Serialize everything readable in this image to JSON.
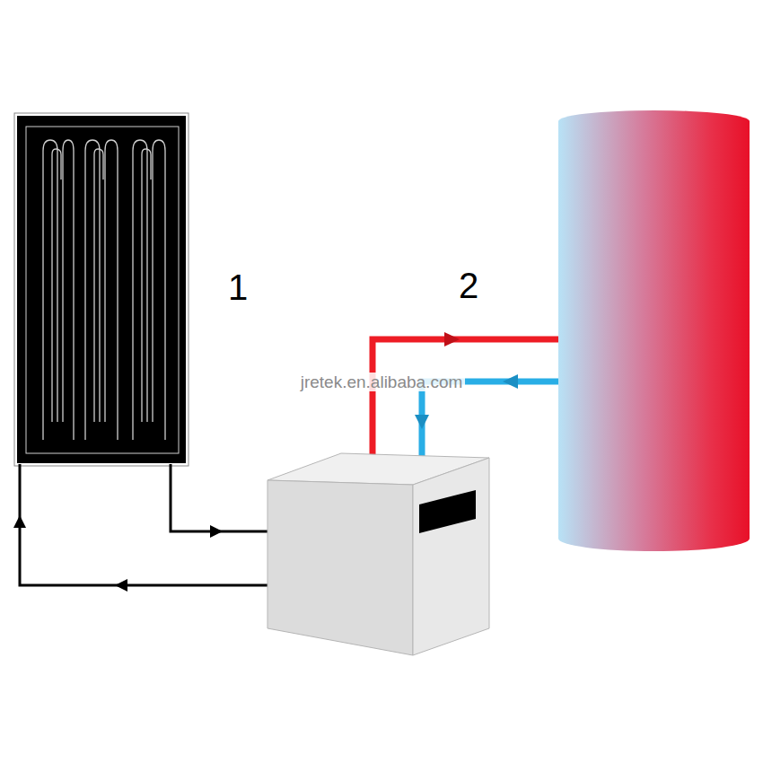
{
  "diagram": {
    "labels": [
      "1",
      "2",
      "jretek.en.alibaba.com"
    ]
  }
}
